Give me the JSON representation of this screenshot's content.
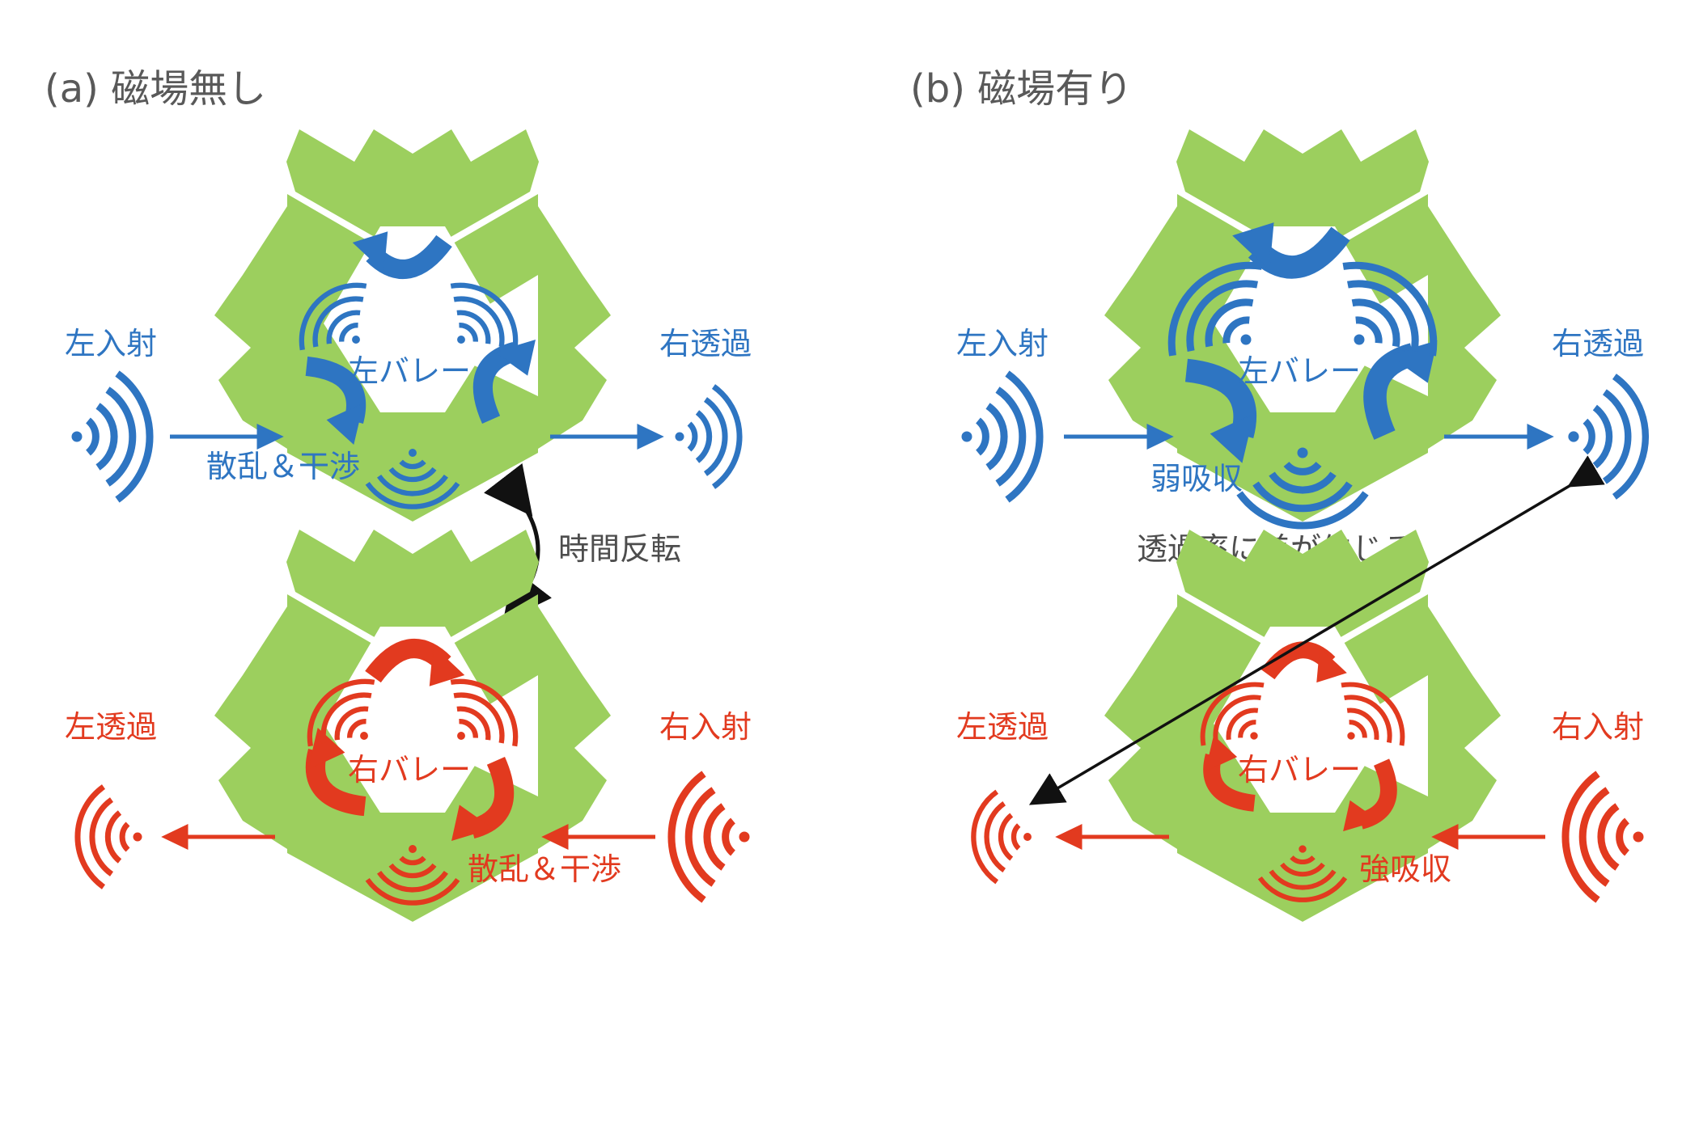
{
  "colors": {
    "blue": "#2E75C2",
    "red": "#E23A1F",
    "green": "#9CCF5E",
    "black": "#111111",
    "gray_text": "#4d4d4d"
  },
  "panel_a": {
    "title": "(a) 磁場無し",
    "left_incident": "左入射",
    "right_transmit": "右透過",
    "left_valley": "左バレー",
    "scatter_blue": "散乱＆干渉",
    "time_reversal": "時間反転",
    "left_transmit": "左透過",
    "right_incident": "右入射",
    "right_valley": "右バレー",
    "scatter_red": "散乱＆干渉"
  },
  "panel_b": {
    "title": "(b) 磁場有り",
    "left_incident": "左入射",
    "right_transmit": "右透過",
    "left_valley": "左バレー",
    "weak_absorption": "弱吸収",
    "transmittance_diff": "透過率に差が生じる",
    "left_transmit": "左透過",
    "right_incident": "右入射",
    "right_valley": "右バレー",
    "strong_absorption": "強吸収"
  },
  "icons": [
    "wave-icon",
    "arrow-icon",
    "circulation-arrow-icon",
    "double-headed-arrow-icon"
  ]
}
